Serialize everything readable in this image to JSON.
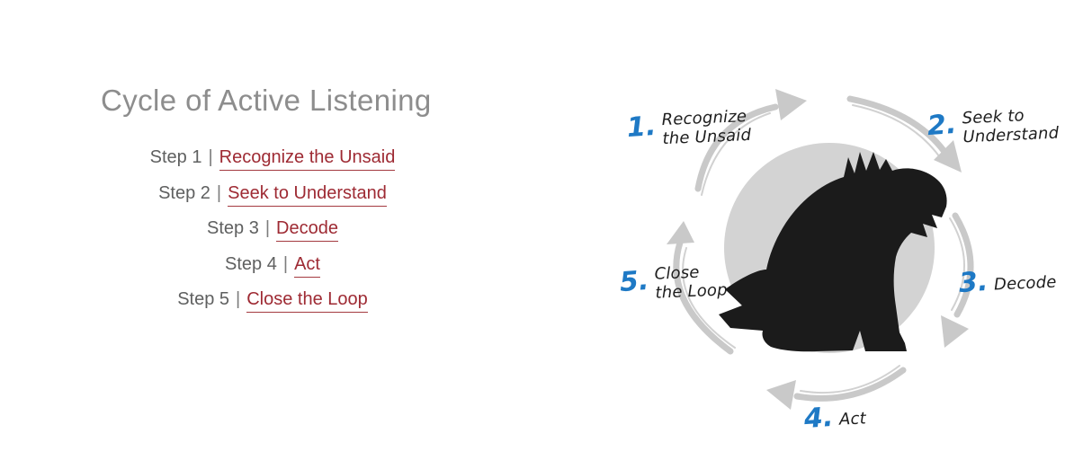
{
  "title": "Cycle of Active Listening",
  "steps": {
    "separator": "|",
    "items": [
      {
        "prefix": "Step 1",
        "link": "Recognize the Unsaid"
      },
      {
        "prefix": "Step 2",
        "link": "Seek to Understand"
      },
      {
        "prefix": "Step 3",
        "link": "Decode"
      },
      {
        "prefix": "Step 4",
        "link": "Act"
      },
      {
        "prefix": "Step 5",
        "link": "Close the Loop"
      }
    ]
  },
  "diagram": {
    "type": "cycle",
    "center_image": "scottie-dog-silhouette",
    "direction": "clockwise",
    "labels": [
      {
        "number": "1.",
        "line1": "Recognize",
        "line2": "the Unsaid"
      },
      {
        "number": "2.",
        "line1": "Seek to",
        "line2": "Understand"
      },
      {
        "number": "3.",
        "line1": "Decode",
        "line2": ""
      },
      {
        "number": "4.",
        "line1": "Act",
        "line2": ""
      },
      {
        "number": "5.",
        "line1": "Close",
        "line2": "the Loop"
      }
    ]
  },
  "colors": {
    "title_gray": "#8d8d8d",
    "step_gray": "#5f6060",
    "link_red": "#9e2a33",
    "number_blue": "#1e79c5",
    "label_black": "#1e1e1e",
    "arrow_gray": "#c9c9c9",
    "circle_gray": "#d3d3d3",
    "dog_black": "#1b1b1b"
  }
}
